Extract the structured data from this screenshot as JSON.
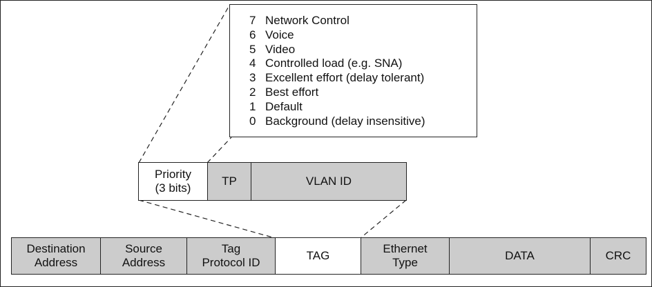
{
  "priority_levels": [
    {
      "num": "7",
      "label": "Network Control"
    },
    {
      "num": "6",
      "label": "Voice"
    },
    {
      "num": "5",
      "label": "Video"
    },
    {
      "num": "4",
      "label": "Controlled load (e.g. SNA)"
    },
    {
      "num": "3",
      "label": "Excellent effort (delay tolerant)"
    },
    {
      "num": "2",
      "label": "Best effort"
    },
    {
      "num": "1",
      "label": "Default"
    },
    {
      "num": "0",
      "label": "Background (delay insensitive)"
    }
  ],
  "tag_fields": {
    "priority": "Priority\n(3 bits)",
    "tp": "TP",
    "vlan_id": "VLAN ID"
  },
  "frame_fields": {
    "destination": "Destination\nAddress",
    "source": "Source\nAddress",
    "tag_protocol": "Tag\nProtocol ID",
    "tag": "TAG",
    "ethernet_type": "Ethernet\nType",
    "data": "DATA",
    "crc": "CRC"
  },
  "colors": {
    "field_fill": "#cccccc",
    "highlight_fill": "#ffffff",
    "stroke": "#222222"
  }
}
